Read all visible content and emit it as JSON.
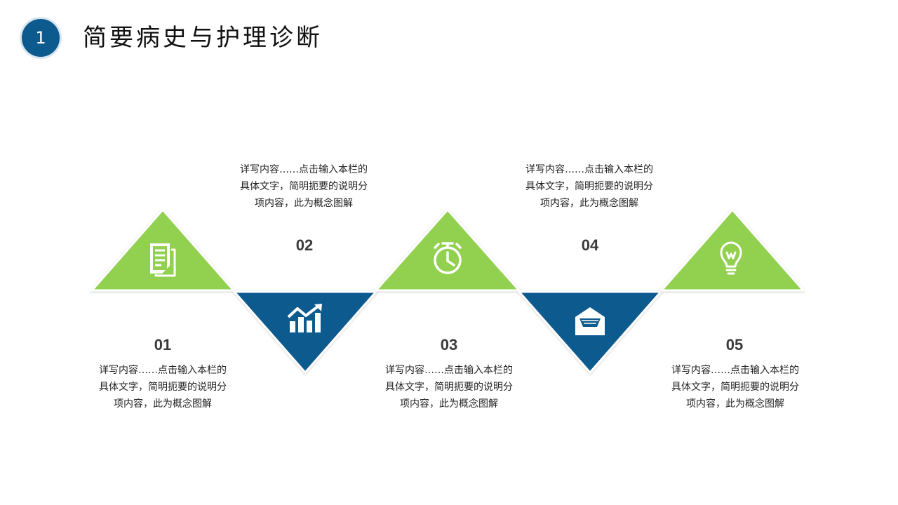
{
  "header": {
    "badge_number": "1",
    "title": "简要病史与护理诊断"
  },
  "colors": {
    "green": "#92d050",
    "blue": "#0d5a8e",
    "white": "#ffffff"
  },
  "steps": [
    {
      "number": "01",
      "description": "详写内容……点击输入本栏的具体文字，简明扼要的说明分项内容，此为概念图解",
      "icon": "document-icon",
      "color": "green"
    },
    {
      "number": "02",
      "description": "详写内容……点击输入本栏的具体文字，简明扼要的说明分项内容，此为概念图解",
      "icon": "growth-chart-icon",
      "color": "blue"
    },
    {
      "number": "03",
      "description": "详写内容……点击输入本栏的具体文字，简明扼要的说明分项内容，此为概念图解",
      "icon": "stopwatch-icon",
      "color": "green"
    },
    {
      "number": "04",
      "description": "详写内容……点击输入本栏的具体文字，简明扼要的说明分项内容，此为概念图解",
      "icon": "envelope-icon",
      "color": "blue"
    },
    {
      "number": "05",
      "description": "详写内容……点击输入本栏的具体文字，简明扼要的说明分项内容，此为概念图解",
      "icon": "lightbulb-icon",
      "color": "green"
    }
  ]
}
